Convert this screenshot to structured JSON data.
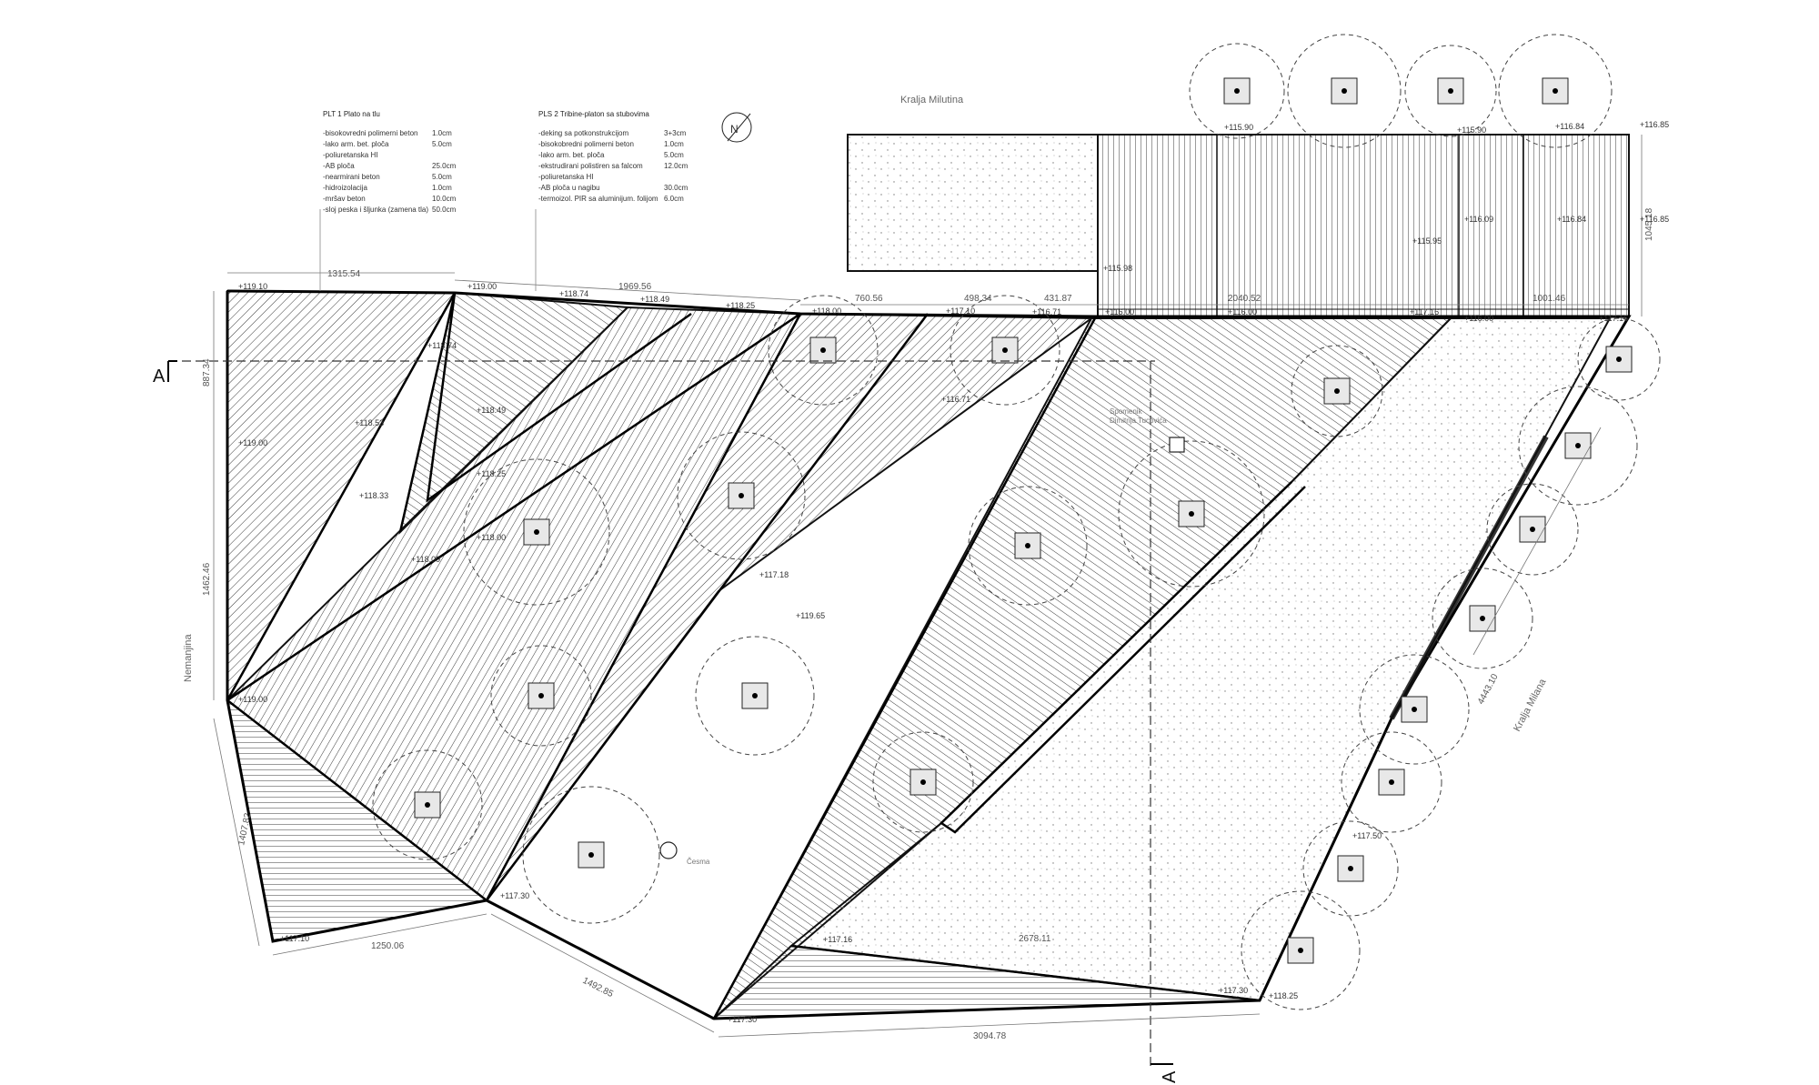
{
  "streets": {
    "north": "Kralja Milutina",
    "west": "Nemanjina",
    "east": "Kralja Milana"
  },
  "north_arrow": "N",
  "section_marker": "A",
  "spec_plt1": {
    "title": "PLT 1 Plato na tlu",
    "rows": [
      {
        "name": "-bisokovredni polimerni beton",
        "value": "1.0cm"
      },
      {
        "name": "-lako arm. bet. ploča",
        "value": "5.0cm"
      },
      {
        "name": "-poliuretanska HI",
        "value": ""
      },
      {
        "name": "-AB ploča",
        "value": "25.0cm"
      },
      {
        "name": "-nearmirani beton",
        "value": "5.0cm"
      },
      {
        "name": "-hidroizolacija",
        "value": "1.0cm"
      },
      {
        "name": "-mršav beton",
        "value": "10.0cm"
      },
      {
        "name": "-sloj peska i šljunka (zamena tla)",
        "value": "50.0cm"
      }
    ]
  },
  "spec_pls2": {
    "title": "PLS 2 Tribine-platon sa stubovima",
    "rows": [
      {
        "name": "-deking sa potkonstrukcijom",
        "value": "3+3cm"
      },
      {
        "name": "-bisokobredni polimerni beton",
        "value": "1.0cm"
      },
      {
        "name": "-lako arm. bet. ploča",
        "value": "5.0cm"
      },
      {
        "name": "-ekstrudirani polistiren sa falcom",
        "value": "12.0cm"
      },
      {
        "name": "-poliuretanska HI",
        "value": ""
      },
      {
        "name": "-AB ploča u nagibu",
        "value": "30.0cm"
      },
      {
        "name": "-termoizol. PIR sa aluminijum. folijom",
        "value": "6.0cm"
      }
    ]
  },
  "dimensions": {
    "d1": "1315.54",
    "d2": "1969.56",
    "d3": "760.56",
    "d4": "498.34",
    "d5": "431.87",
    "d6": "2040.52",
    "d7": "1001.46",
    "d8": "887.34",
    "d9": "1462.46",
    "d10": "1407.82",
    "d11": "1250.06",
    "d12": "1492.85",
    "d13": "3094.78",
    "d14": "2678.11",
    "d15": "4443.10",
    "d16": "1045.18"
  },
  "elevations": {
    "e1": "+119.10",
    "e2": "+119.00",
    "e3": "+118.74",
    "e4": "+118.49",
    "e5": "+118.25",
    "e6": "+118.00",
    "e7": "+117.10",
    "e8": "+116.71",
    "e9": "+116.00",
    "e10": "+115.98",
    "e11": "+116.00",
    "e12": "+117.16",
    "e13": "+116.00",
    "e14": "+117.16",
    "e15": "+115.90",
    "e16": "+115.90",
    "e17": "+116.84",
    "e18": "+116.85",
    "e19": "+115.95",
    "e20": "+116.09",
    "e21": "+116.84",
    "e22": "+116.85",
    "e23": "+118.74",
    "e24": "+118.49",
    "e25": "+118.25",
    "e26": "+118.00",
    "e27": "+118.53",
    "e28": "+118.33",
    "e29": "+118.09",
    "e30": "+119.00",
    "e31": "+119.00",
    "e32": "+116.71",
    "e33": "+117.18",
    "e34": "+119.65",
    "e35": "+117.30",
    "e36": "+117.10",
    "e37": "+117.16",
    "e38": "+117.30",
    "e39": "+117.30",
    "e40": "+118.25",
    "e41": "+117.50"
  },
  "place_labels": {
    "monument": "Spomenik",
    "monument2": "Dimitrija Tucovića",
    "fountain": "Česma"
  }
}
